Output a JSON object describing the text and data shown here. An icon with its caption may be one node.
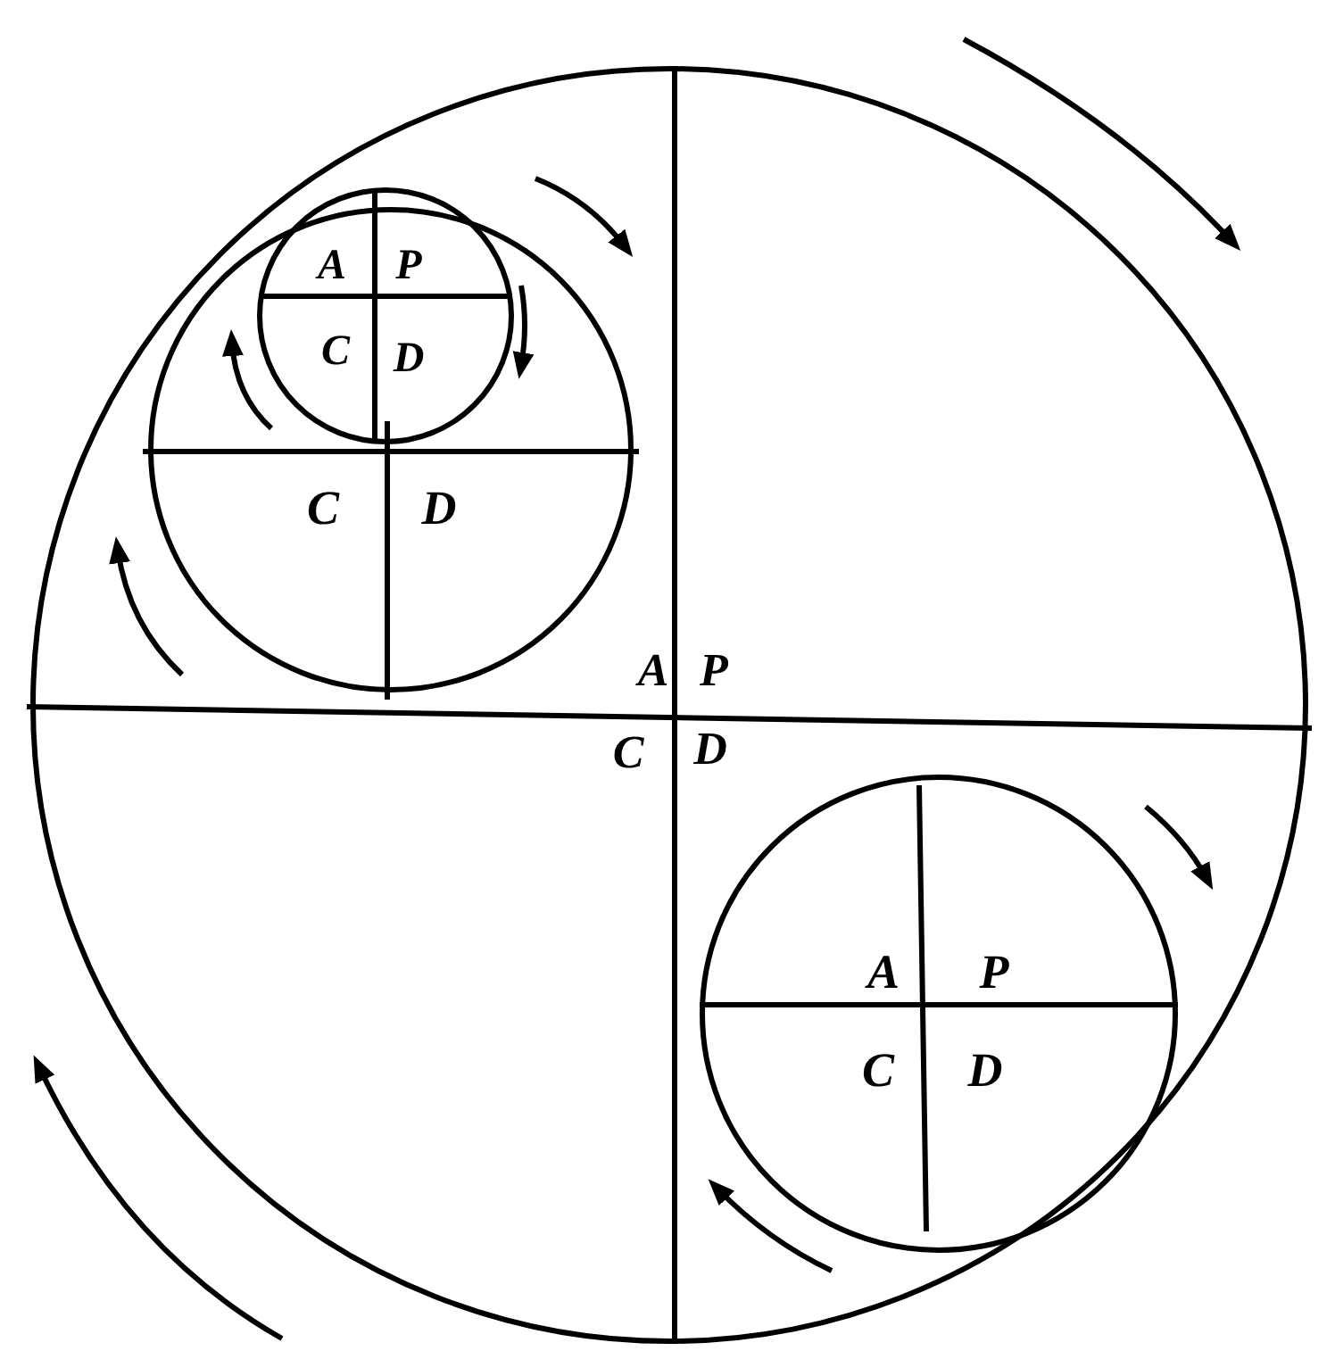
{
  "diagram": {
    "nodes": [
      {
        "text": [
          "A",
          "P",
          "C",
          "D"
        ]
      },
      {
        "text": [
          "C",
          "D"
        ],
        "in": 0
      },
      {
        "text": [
          "A",
          "P",
          "C",
          "D"
        ],
        "in": 1
      },
      {
        "text": [
          "A",
          "P",
          "C",
          "D"
        ],
        "in": 0
      }
    ]
  }
}
